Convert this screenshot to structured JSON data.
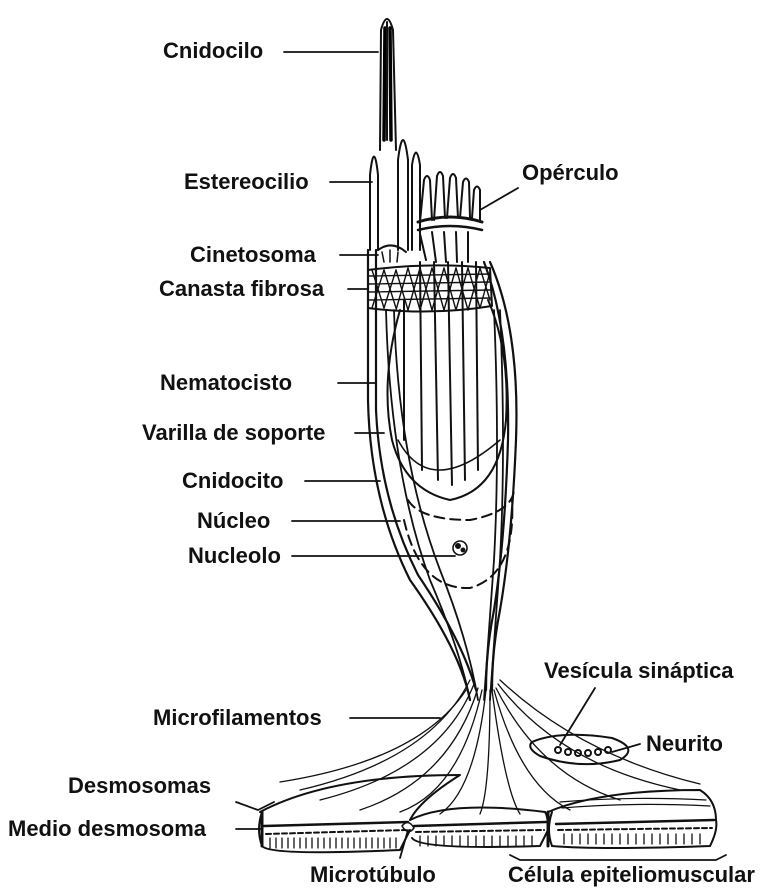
{
  "labels": {
    "cnidocilo": "Cnidocilo",
    "estereocilio": "Estereocilio",
    "operculo": "Opérculo",
    "cinetosoma": "Cinetosoma",
    "canasta": "Canasta fibrosa",
    "nematocisto": "Nematocisto",
    "varilla": "Varilla de soporte",
    "cnidocito": "Cnidocito",
    "nucleo": "Núcleo",
    "nucleolo": "Nucleolo",
    "vesicula": "Vesícula sináptica",
    "neurito": "Neurito",
    "microfilamentos": "Microfilamentos",
    "desmosomas": "Desmosomas",
    "medio_desmosoma": "Medio desmosoma",
    "microtubulo": "Microtúbulo",
    "epitelio": "Célula epiteliomuscular"
  },
  "colors": {
    "ink": "#111111",
    "background": "#ffffff"
  }
}
